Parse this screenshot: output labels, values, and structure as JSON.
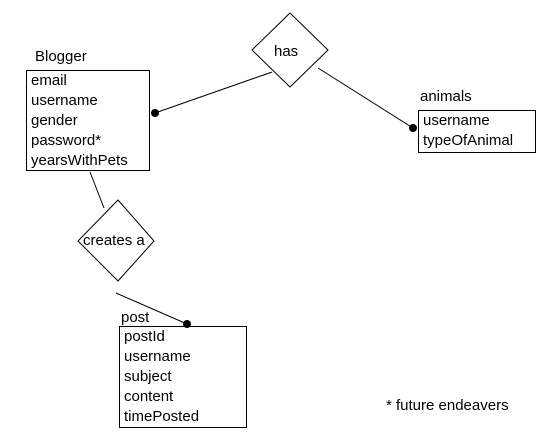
{
  "entities": {
    "blogger": {
      "title": "Blogger",
      "attributes": [
        "email",
        "username",
        "gender",
        "password*",
        "yearsWithPets"
      ]
    },
    "animals": {
      "title": "animals",
      "attributes": [
        "username",
        "typeOfAnimal"
      ]
    },
    "post": {
      "title": "post",
      "attributes": [
        "postId",
        "username",
        "subject",
        "content",
        "timePosted"
      ]
    }
  },
  "relationships": {
    "has": {
      "label": "has"
    },
    "creates": {
      "label": "creates a"
    }
  },
  "footnote": "* future endeavers",
  "colors": {
    "line": "#000000",
    "background": "#ffffff",
    "text": "#000000"
  }
}
